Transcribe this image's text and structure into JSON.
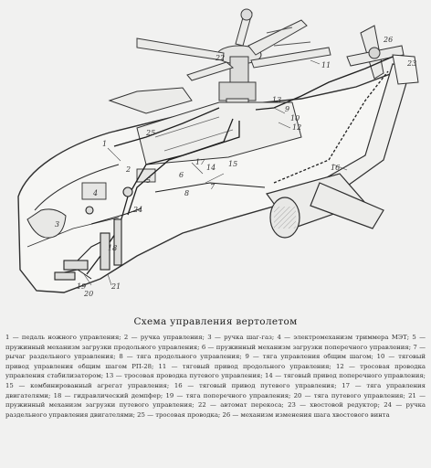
{
  "diagram": {
    "callouts": [
      "1",
      "2",
      "3",
      "4",
      "5",
      "6",
      "7",
      "8",
      "9",
      "10",
      "11",
      "12",
      "13",
      "14",
      "15",
      "16",
      "17",
      "18",
      "19",
      "20",
      "21",
      "22",
      "23",
      "24",
      "25",
      "26"
    ]
  },
  "caption": "Схема управления вертолетом",
  "legend": [
    "1 — педаль ножного управления; 2 — ручка управления; 3 — ручка шаг-газ; 4 — электромеханизм триммера МЭТ; 5 — пружинный механизм загрузки продольного управления; 6 — пружинный механизм загрузки поперечного управления; 7 — рычаг раздельного управления; 8 — тяга продольного управления; 9 — тяга управления общим шагом; 10 — тяговый привод управления общим шагом РП-28; 11 — тяговый привод продольного управления; 12 — тросовая проводка управления стабилизатором; 13 — тросовая проводка путевого управления; 14 — тяговый привод поперечного управления; 15 — комбинированный агрегат управления; 16 — тяговый привод путевого управления; 17 — тяга управления двигателями; 18 — гидравлический демпфер; 19 — тяга поперечного управления; 20 — тяга путевого управления; 21 — пружинный механизм загрузки путевого управления; 22 — автомат перекоса; 23 — хвостовой редуктор; 24 — ручка раздельного управления двигателями; 25 — тросовая проводка; 26 — механизм изменения шага хвостового винта"
  ]
}
